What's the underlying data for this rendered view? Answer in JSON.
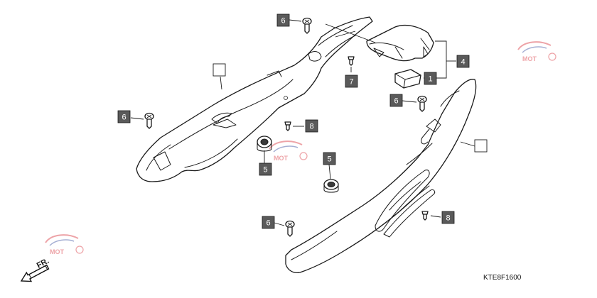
{
  "diagram_code": "KTE8F1600",
  "direction_label": "FR.",
  "watermark_text": "MOT",
  "colors": {
    "callout_fill": "#5a5a5a",
    "watermark_red": "#d9363e",
    "watermark_blue": "#3a4fa0"
  },
  "callouts": [
    {
      "id": "c6a",
      "label": "6"
    },
    {
      "id": "c7",
      "label": "7"
    },
    {
      "id": "c4",
      "label": "4"
    },
    {
      "id": "c1",
      "label": "1"
    },
    {
      "id": "c6b",
      "label": "6"
    },
    {
      "id": "c8a",
      "label": "8"
    },
    {
      "id": "c5a",
      "label": "5"
    },
    {
      "id": "c5b",
      "label": "5"
    },
    {
      "id": "c6c",
      "label": "6"
    },
    {
      "id": "c8b",
      "label": "8"
    },
    {
      "id": "c6d",
      "label": "6"
    }
  ],
  "icons": [
    "screw-icon",
    "clip-icon",
    "grommet-icon",
    "direction-arrow-icon",
    "watermark-logo-icon"
  ]
}
